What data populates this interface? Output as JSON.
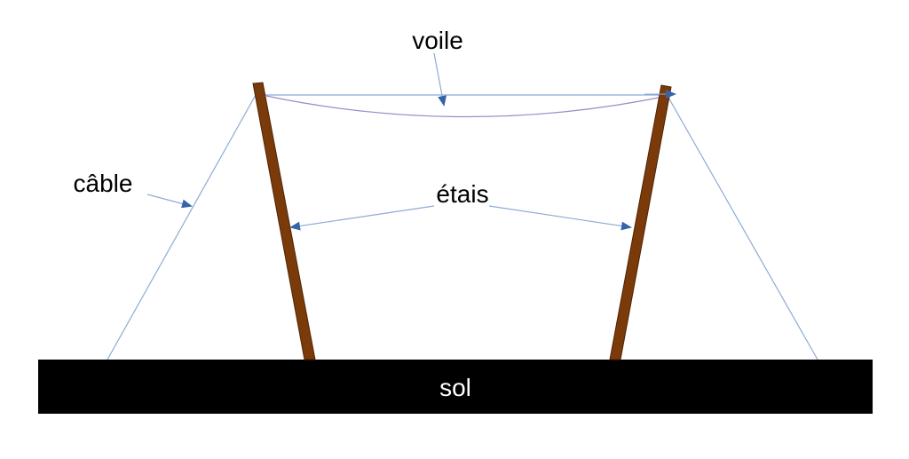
{
  "labels": {
    "sail": "voile",
    "cable": "câble",
    "struts": "étais",
    "ground": "sol"
  },
  "colors": {
    "background": "#ffffff",
    "ground": "#000000",
    "ground_text": "#ffffff",
    "pole": "#7a3a0a",
    "pole_edge": "#4f2405",
    "cable": "#8eabd6",
    "sail_curve": "#9a8cc8",
    "arrow": "#3565a8",
    "text": "#000000"
  }
}
